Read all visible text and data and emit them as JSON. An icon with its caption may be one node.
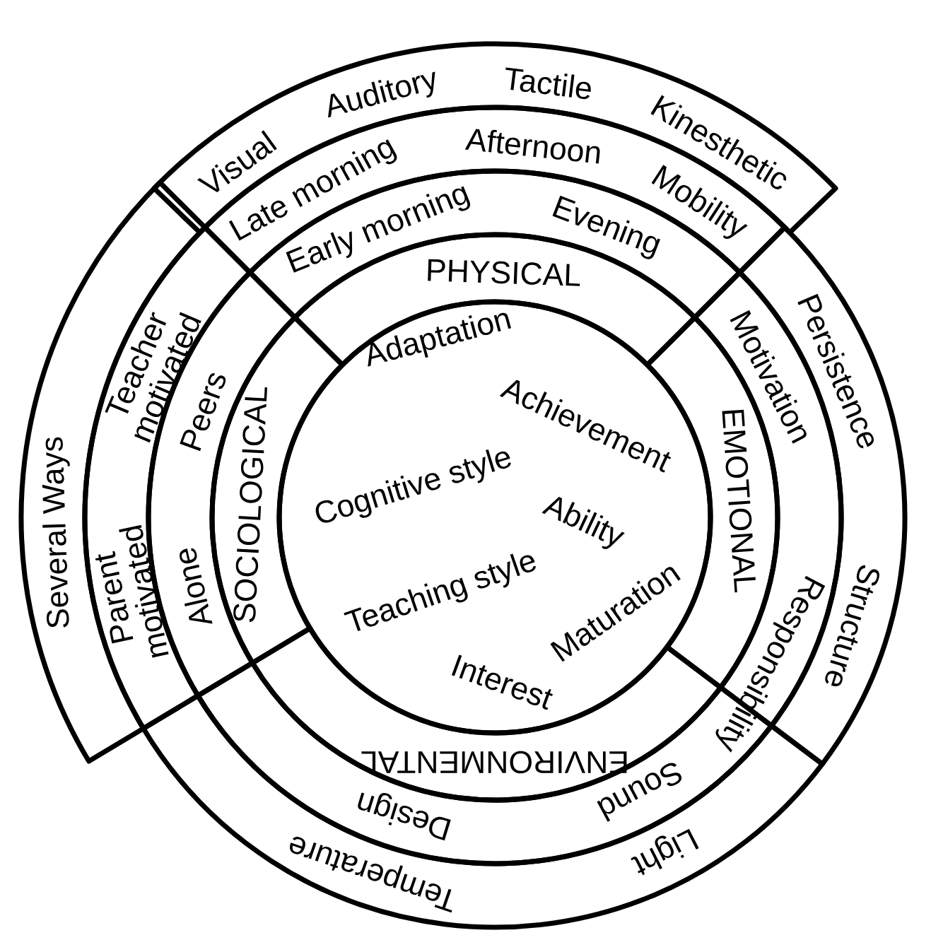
{
  "diagram": {
    "nodes": [
      {
        "text": [
          "Adaptation",
          "Achievement",
          "Cognitive style",
          "Ability",
          "Teaching style",
          "Maturation",
          "Interest"
        ]
      },
      {
        "text": [
          "PHYSICAL"
        ]
      },
      {
        "text": [
          "Early morning",
          "Evening"
        ]
      },
      {
        "text": [
          "Late morning",
          "Afternoon",
          "Mobility"
        ]
      },
      {
        "text": [
          "Visual",
          "Auditory",
          "Tactile",
          "Kinesthetic"
        ]
      },
      {
        "text": [
          "SOCIOLOGICAL"
        ]
      },
      {
        "text": [
          "Peers",
          "Alone"
        ]
      },
      {
        "text": [
          "Teacher motivated",
          "Parent motivated"
        ]
      },
      {
        "text": [
          "Several Ways"
        ]
      },
      {
        "text": [
          "EMOTIONAL"
        ]
      },
      {
        "text": [
          "Motivation",
          "Responsibility"
        ]
      },
      {
        "text": [
          "Persistence",
          "Structure"
        ]
      },
      {
        "text": [
          "ENVIRONMENTAL"
        ]
      },
      {
        "text": [
          "Design",
          "Sound"
        ]
      },
      {
        "text": [
          "Temperature",
          "Light"
        ]
      }
    ]
  }
}
